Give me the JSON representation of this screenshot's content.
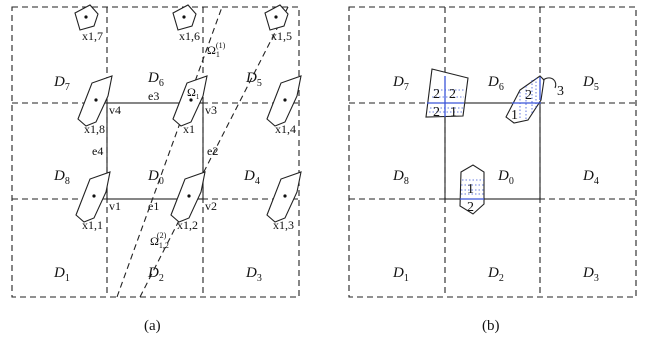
{
  "panel_a": {
    "caption": "(a)",
    "domains": [
      {
        "main": "D",
        "sub": "7"
      },
      {
        "main": "D",
        "sub": "6"
      },
      {
        "main": "D",
        "sub": "5"
      },
      {
        "main": "D",
        "sub": "8"
      },
      {
        "main": "D",
        "sub": "0"
      },
      {
        "main": "D",
        "sub": "4"
      },
      {
        "main": "D",
        "sub": "1"
      },
      {
        "main": "D",
        "sub": "2"
      },
      {
        "main": "D",
        "sub": "3"
      }
    ],
    "vertices": [
      "v4",
      "v3",
      "v1",
      "v2"
    ],
    "edges": [
      "e3",
      "e4",
      "e2",
      "e1"
    ],
    "points": [
      "x1,7",
      "x1,6",
      "x1,5",
      "x1",
      "x1,8",
      "x1,4",
      "x1,1",
      "x1,2",
      "x1,3"
    ],
    "omega_top": {
      "main": "Ω",
      "sub": "1",
      "sup": "(1)"
    },
    "omega_small": {
      "main": "Ω",
      "sub": "1"
    },
    "omega_bottom": {
      "main": "Ω",
      "sub": "1,2",
      "sup": "(2)"
    }
  },
  "panel_b": {
    "caption": "(b)",
    "domains": [
      {
        "main": "D",
        "sub": "7"
      },
      {
        "main": "D",
        "sub": "6"
      },
      {
        "main": "D",
        "sub": "5"
      },
      {
        "main": "D",
        "sub": "8"
      },
      {
        "main": "D",
        "sub": "0"
      },
      {
        "main": "D",
        "sub": "4"
      },
      {
        "main": "D",
        "sub": "1"
      },
      {
        "main": "D",
        "sub": "2"
      },
      {
        "main": "D",
        "sub": "3"
      }
    ],
    "left_poly_labels": [
      "2",
      "2",
      "2",
      "1"
    ],
    "right_poly_labels": [
      "2",
      "1",
      "3"
    ],
    "bottom_poly_labels": [
      "1",
      "2"
    ]
  }
}
